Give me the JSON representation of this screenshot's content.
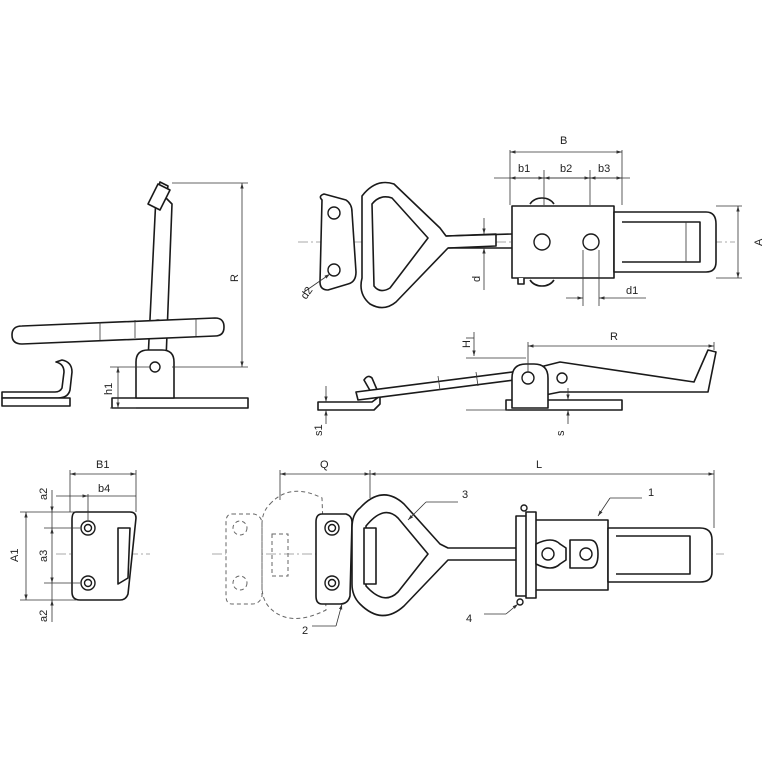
{
  "labels": {
    "B": "B",
    "b1": "b1",
    "b2": "b2",
    "b3": "b3",
    "A": "A",
    "d": "d",
    "d1": "d1",
    "d2": "d2",
    "R_side": "R",
    "R_top": "R",
    "H": "H",
    "h1": "h1",
    "s1": "s1",
    "s": "s",
    "B1": "B1",
    "b4": "b4",
    "a2_top": "a2",
    "a3": "a3",
    "a2_bot": "a2",
    "A1": "A1",
    "Q": "Q",
    "L": "L",
    "p1": "1",
    "p2": "2",
    "p3": "3",
    "p4": "4"
  }
}
